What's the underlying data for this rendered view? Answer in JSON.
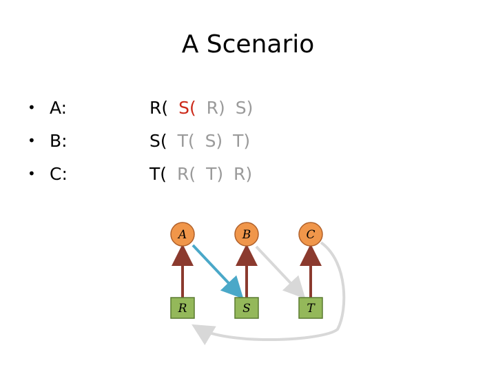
{
  "title": "A Scenario",
  "rows": [
    {
      "label": "A:",
      "tokens": [
        {
          "t": "R(",
          "c": "black"
        },
        {
          "t": "S(",
          "c": "red"
        },
        {
          "t": "R)",
          "c": "gray"
        },
        {
          "t": "S)",
          "c": "gray"
        }
      ]
    },
    {
      "label": "B:",
      "tokens": [
        {
          "t": "S(",
          "c": "black"
        },
        {
          "t": "T(",
          "c": "gray"
        },
        {
          "t": "S)",
          "c": "gray"
        },
        {
          "t": "T)",
          "c": "gray"
        }
      ]
    },
    {
      "label": "C:",
      "tokens": [
        {
          "t": "T(",
          "c": "black"
        },
        {
          "t": "R(",
          "c": "gray"
        },
        {
          "t": "T)",
          "c": "gray"
        },
        {
          "t": "R)",
          "c": "gray"
        }
      ]
    }
  ],
  "nodes": {
    "top": [
      "A",
      "B",
      "C"
    ],
    "bottom": [
      "R",
      "S",
      "T"
    ]
  },
  "colors": {
    "top_node_fill": "#f0964a",
    "top_node_stroke": "#b0602a",
    "bottom_node_fill": "#94b85a",
    "bottom_node_stroke": "#5a7a30",
    "hold_arrow": "#8b3a2e",
    "request_active": "#4aa8c8",
    "request_waiting": "#d8d8d8"
  }
}
